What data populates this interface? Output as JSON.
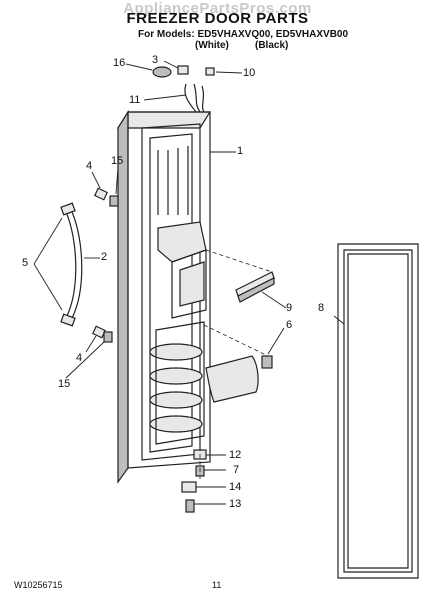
{
  "watermark": "AppliancePartsPros.com",
  "title": "FREEZER DOOR PARTS",
  "subtitle": "For Models: ED5VHAXVQ00, ED5VHAXVB00",
  "variant_white": "(White)",
  "variant_black": "(Black)",
  "footer_left": "W10256715",
  "footer_page": "11",
  "callouts": {
    "c1": "1",
    "c2": "2",
    "c3": "3",
    "c4a": "4",
    "c4b": "4",
    "c5": "5",
    "c6": "6",
    "c7": "7",
    "c8": "8",
    "c9": "9",
    "c10": "10",
    "c11": "11",
    "c12": "12",
    "c13": "13",
    "c14": "14",
    "c15a": "15",
    "c15b": "15",
    "c16": "16"
  }
}
